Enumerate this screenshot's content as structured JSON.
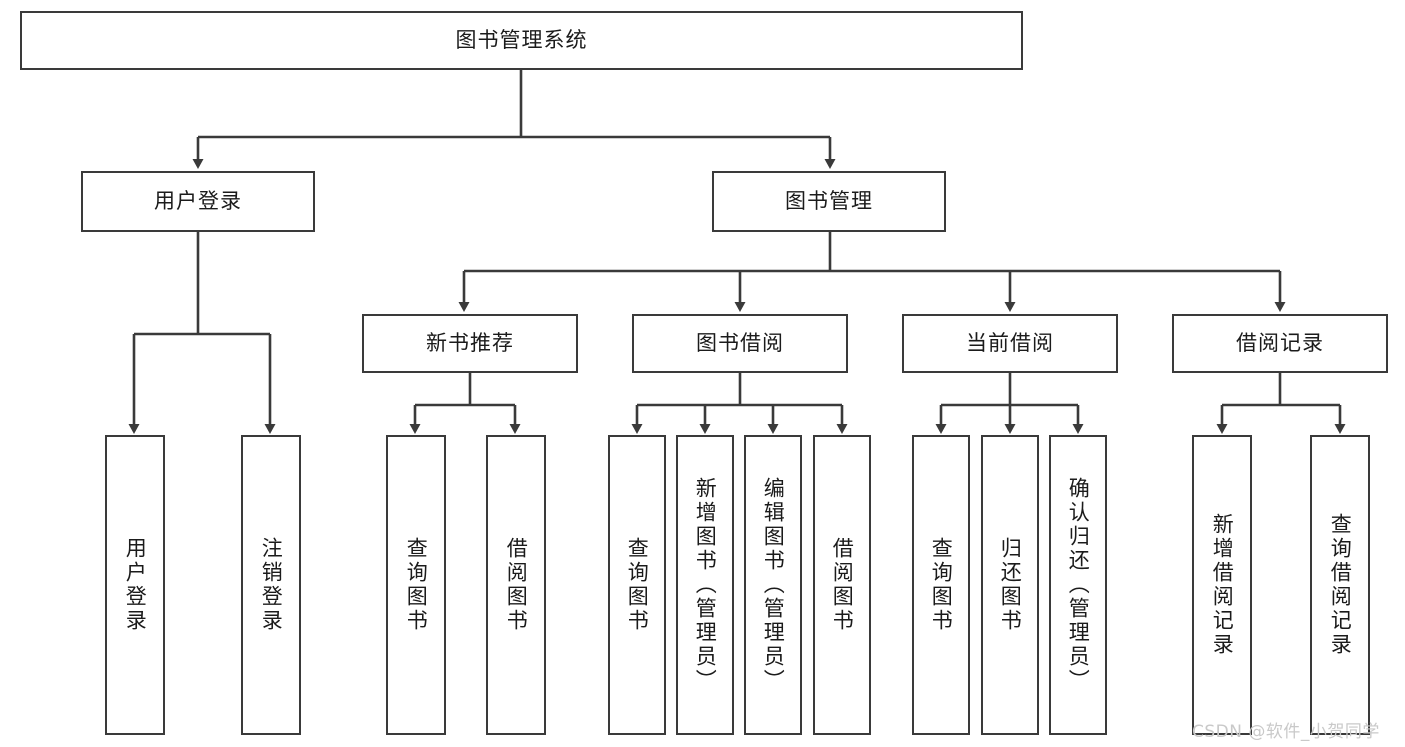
{
  "diagram": {
    "title": "图书管理系统",
    "root": {
      "label": "图书管理系统"
    },
    "level2": [
      {
        "label": "用户登录"
      },
      {
        "label": "图书管理"
      }
    ],
    "level3": [
      {
        "label": "新书推荐"
      },
      {
        "label": "图书借阅"
      },
      {
        "label": "当前借阅"
      },
      {
        "label": "借阅记录"
      }
    ],
    "leaves": {
      "user_login": [
        {
          "label": "用户登录"
        },
        {
          "label": "注销登录"
        }
      ],
      "new_book": [
        {
          "label": "查询图书"
        },
        {
          "label": "借阅图书"
        }
      ],
      "book_borrow": [
        {
          "label": "查询图书"
        },
        {
          "label": "新增图书（管理员）"
        },
        {
          "label": "编辑图书（管理员）"
        },
        {
          "label": "借阅图书"
        }
      ],
      "current_borrow": [
        {
          "label": "查询图书"
        },
        {
          "label": "归还图书"
        },
        {
          "label": "确认归还（管理员）"
        }
      ],
      "borrow_record": [
        {
          "label": "新增借阅记录"
        },
        {
          "label": "查询借阅记录"
        }
      ]
    },
    "watermark": "CSDN @软件_小贺同学",
    "colors": {
      "stroke": "#3a3a3a",
      "text": "#1b1b1b",
      "background": "#ffffff",
      "watermark": "#c9c9c9"
    }
  }
}
